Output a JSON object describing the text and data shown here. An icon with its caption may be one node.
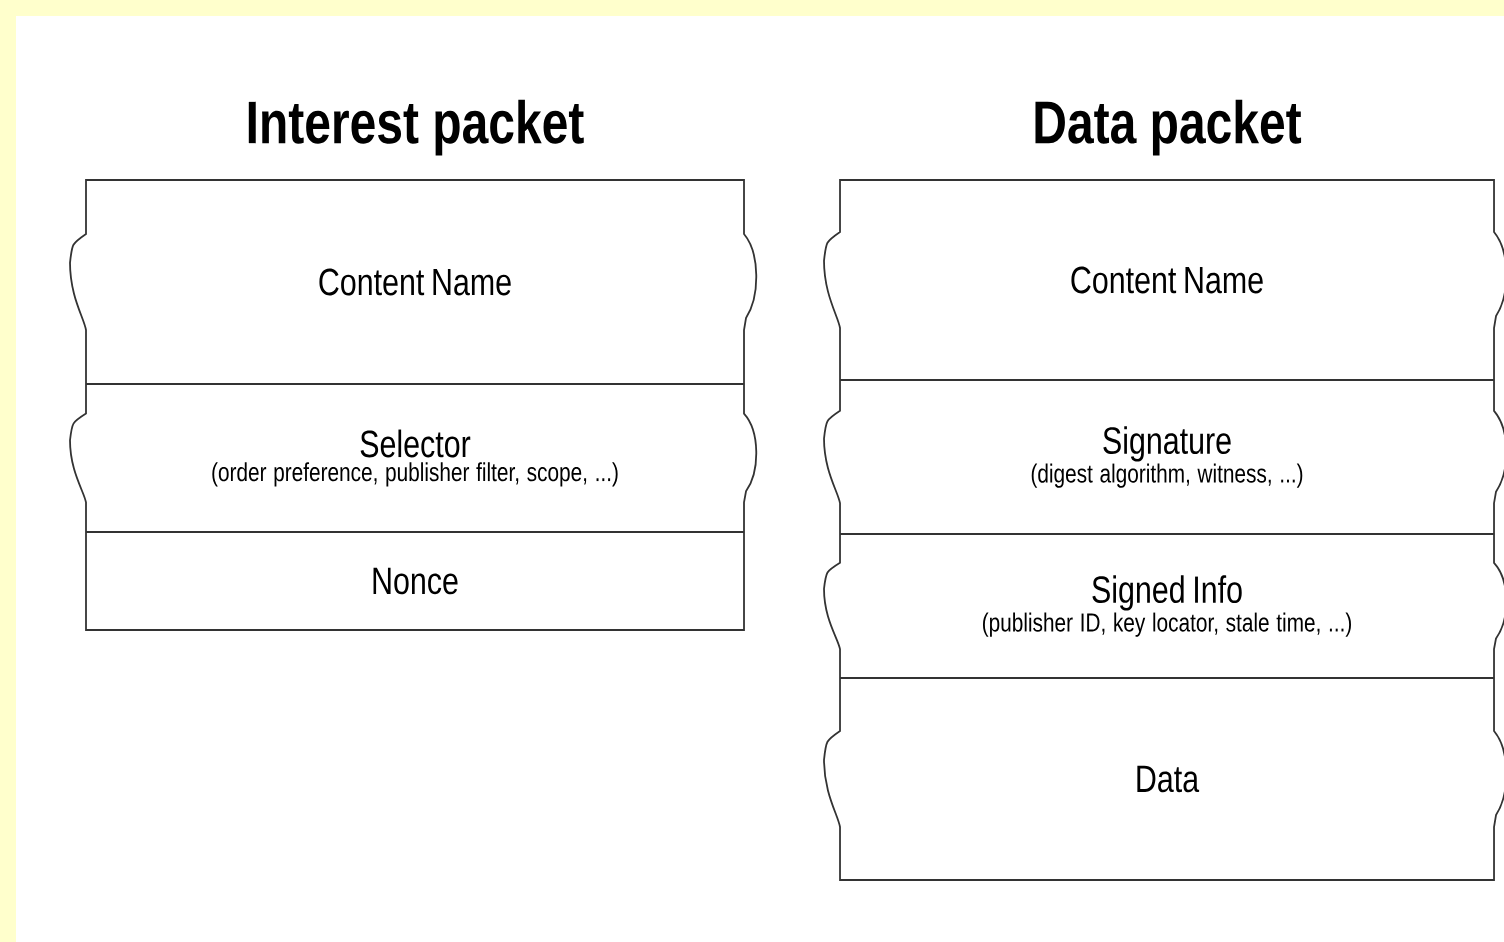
{
  "diagram": {
    "nodes": [
      {
        "text": [
          "Interest packet"
        ]
      },
      {
        "text": [
          "Content Name"
        ],
        "in": 0
      },
      {
        "text": [
          "Selector",
          "(order preference, publisher filter, scope, ...)"
        ],
        "in": 0
      },
      {
        "text": [
          "Nonce"
        ],
        "in": 0
      },
      {
        "text": [
          "Data packet"
        ]
      },
      {
        "text": [
          "Content Name"
        ],
        "in": 4
      },
      {
        "text": [
          "Signature",
          "(digest algorithm, witness, ...)"
        ],
        "in": 4
      },
      {
        "text": [
          "Signed Info",
          "(publisher ID, key locator, stale time, ...)"
        ],
        "in": 4
      },
      {
        "text": [
          "Data"
        ],
        "in": 4
      }
    ]
  }
}
